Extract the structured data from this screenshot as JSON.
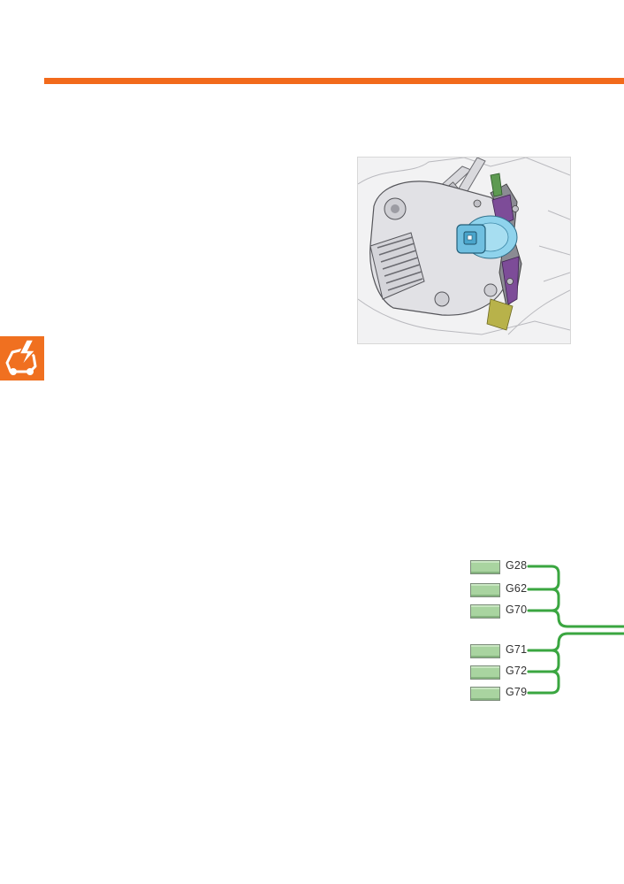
{
  "page": {
    "accent_color": "#f26a1b",
    "icon_color": "#f07020",
    "bus_color": "#3aa640",
    "sensor_color": "#a9d4a0"
  },
  "figure": {
    "subject": "high-pressure fuel pump with sensor connector",
    "highlight_colors": [
      "#7ec8e6",
      "#7d4c98",
      "#b8b24a",
      "#5e9a52"
    ]
  },
  "section_icon": {
    "icon": "electrical-fault-icon"
  },
  "sensors": [
    {
      "label": "G28"
    },
    {
      "label": "G62"
    },
    {
      "label": "G70"
    },
    {
      "label": "G71"
    },
    {
      "label": "G72"
    },
    {
      "label": "G79"
    }
  ]
}
